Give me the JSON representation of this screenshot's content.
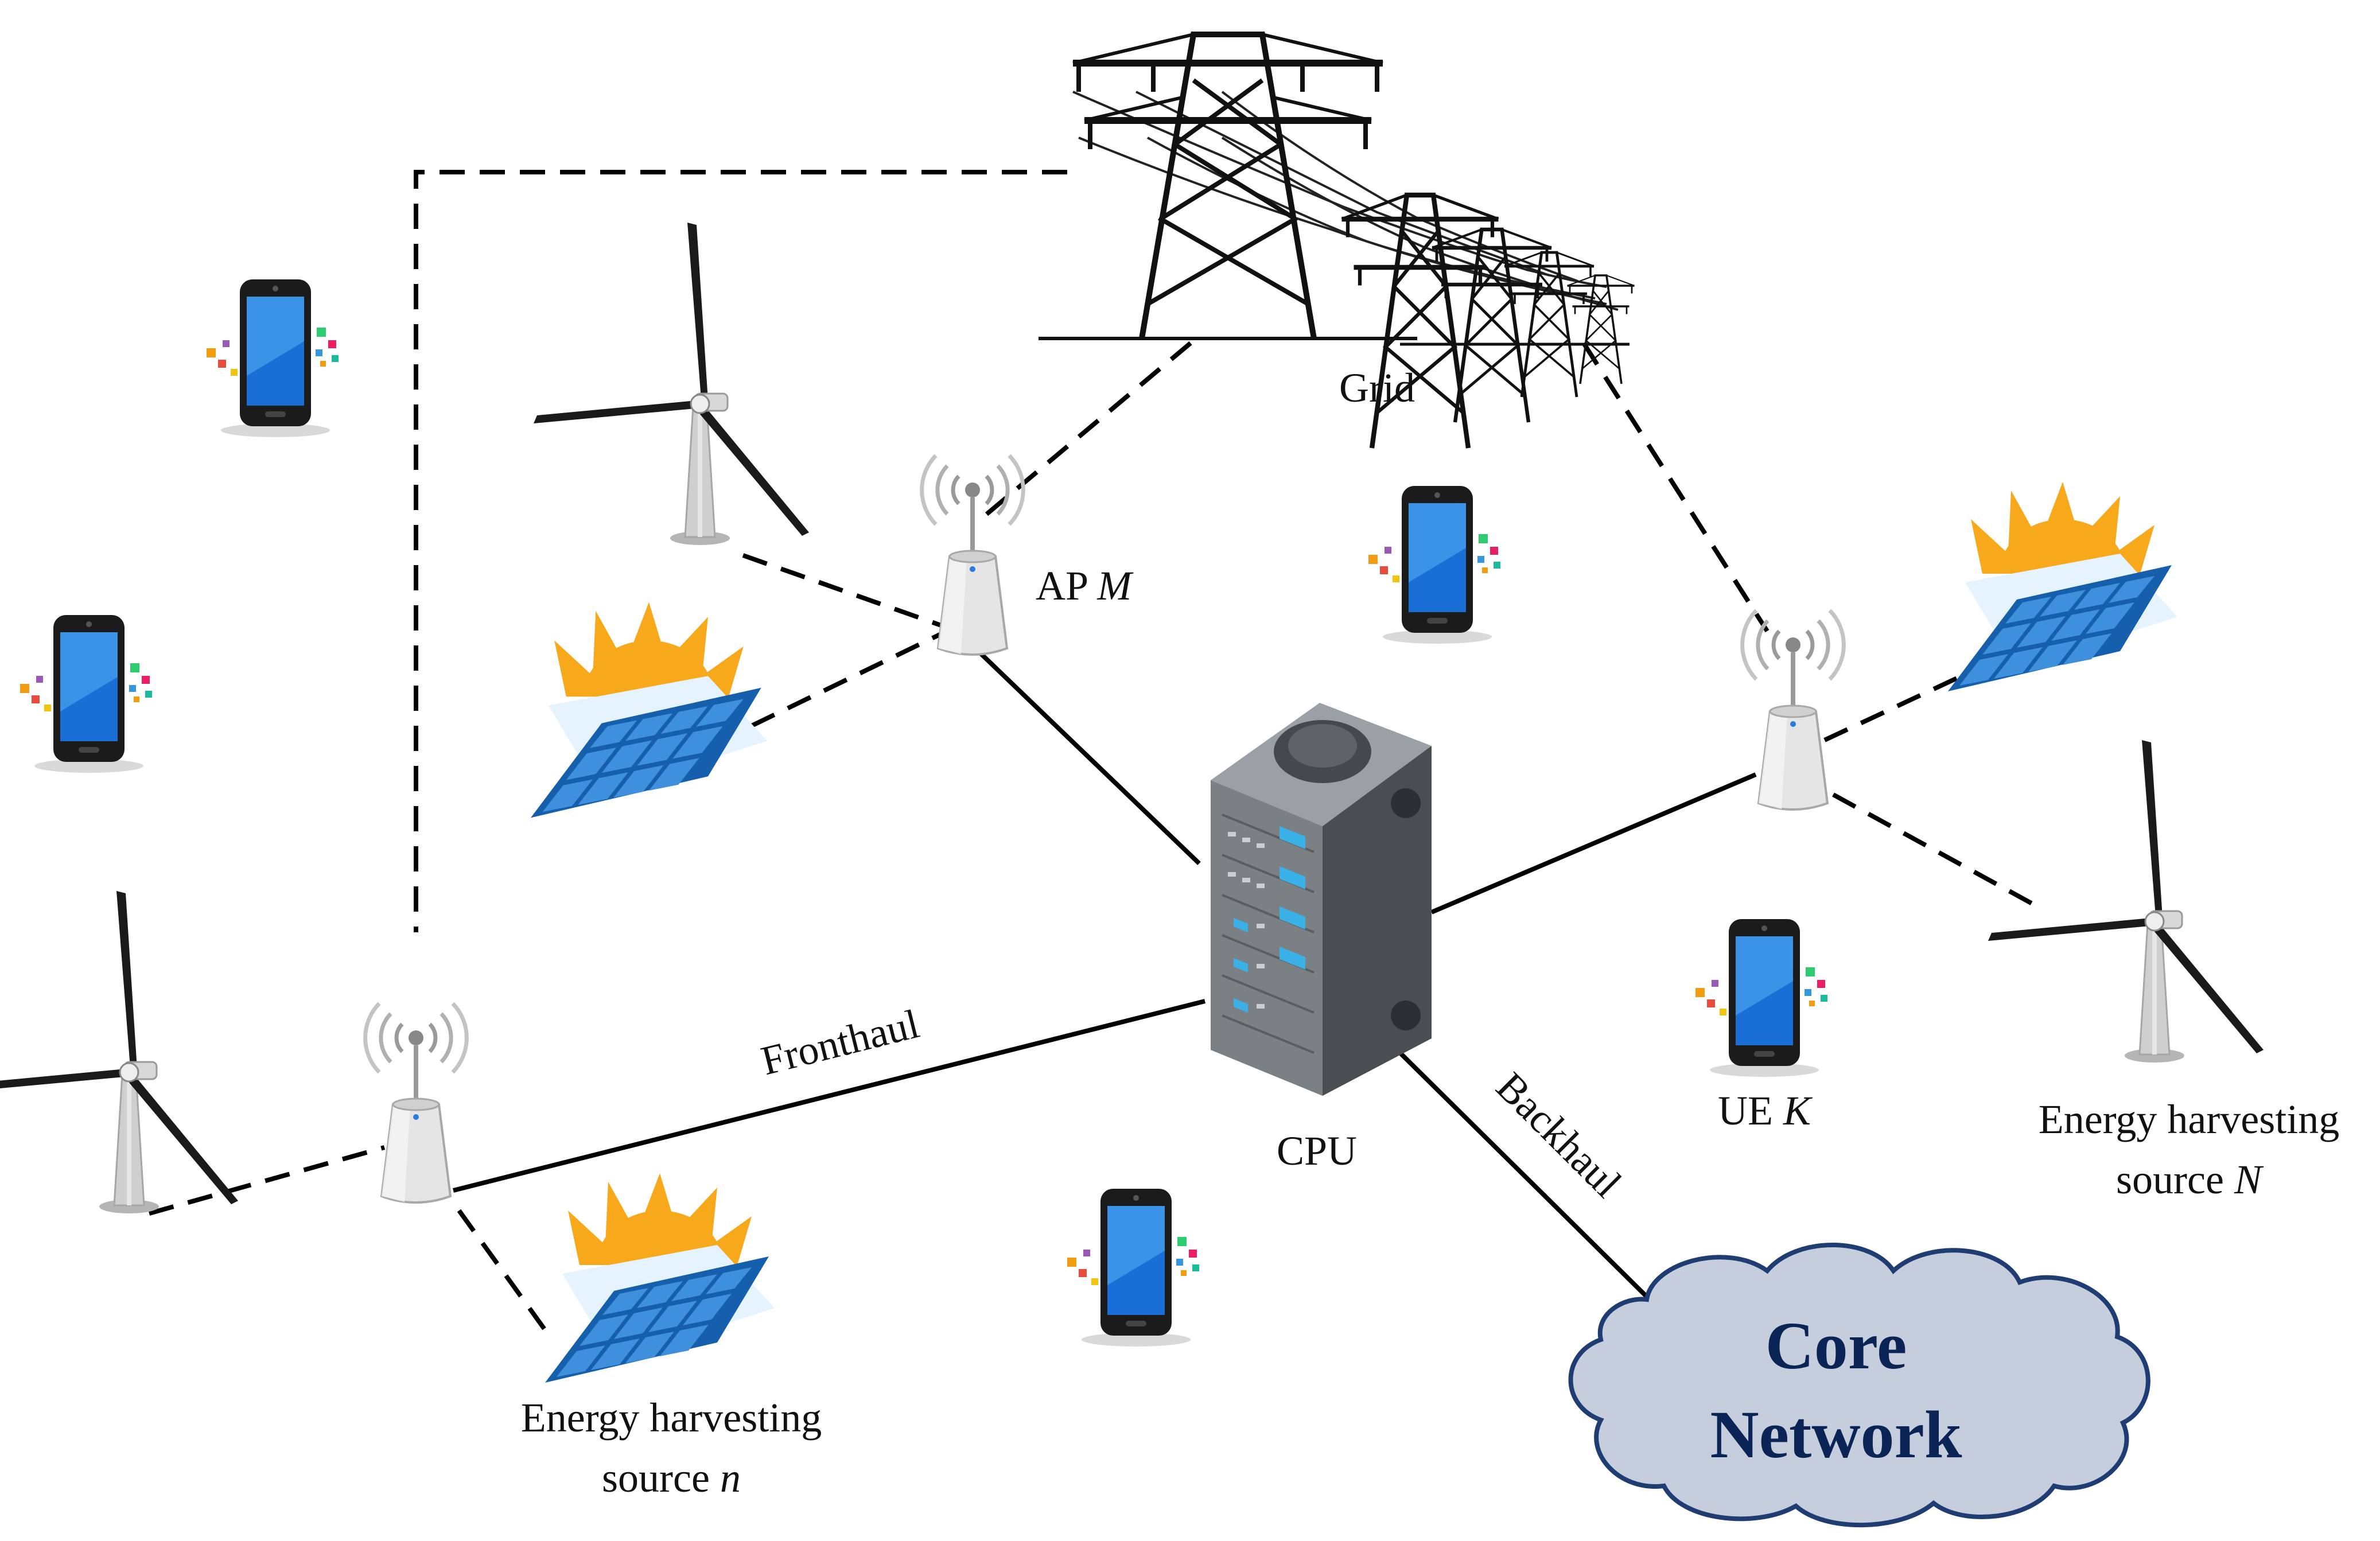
{
  "labels": {
    "grid": "Grid",
    "ap_m_prefix": "AP ",
    "ap_m_italic": "M",
    "cpu": "CPU",
    "fronthaul": "Fronthaul",
    "backhaul": "Backhaul",
    "ue_k_prefix": "UE ",
    "ue_k_italic": "K",
    "ehs_n_line1": "Energy harvesting",
    "ehs_n_line2_prefix": "source ",
    "ehs_n_line2_italic": "n",
    "ehs_N_line1": "Energy harvesting",
    "ehs_N_line2_prefix": "source ",
    "ehs_N_line2_italic": "N",
    "core_line1": "Core",
    "core_line2": "Network"
  },
  "colors": {
    "line": "#000000",
    "cloud_fill": "#c6cede",
    "cloud_stroke": "#1f3d73",
    "core_text": "#0b2456",
    "solar_panel": "#1f6fbf",
    "sun": "#f7a81b",
    "phone_screen": "#1a6fd6",
    "server_body": "#6e7276",
    "led": "#39b1e6",
    "ap_body": "#e5e5e5",
    "turbine": "#1a1a1a"
  },
  "icons": {
    "grid": "power-grid-towers-icon",
    "ap": "access-point-icon",
    "cpu": "server-icon",
    "ue": "smartphone-icon",
    "wind": "wind-turbine-icon",
    "solar": "solar-panel-icon",
    "cloud": "cloud-icon"
  }
}
